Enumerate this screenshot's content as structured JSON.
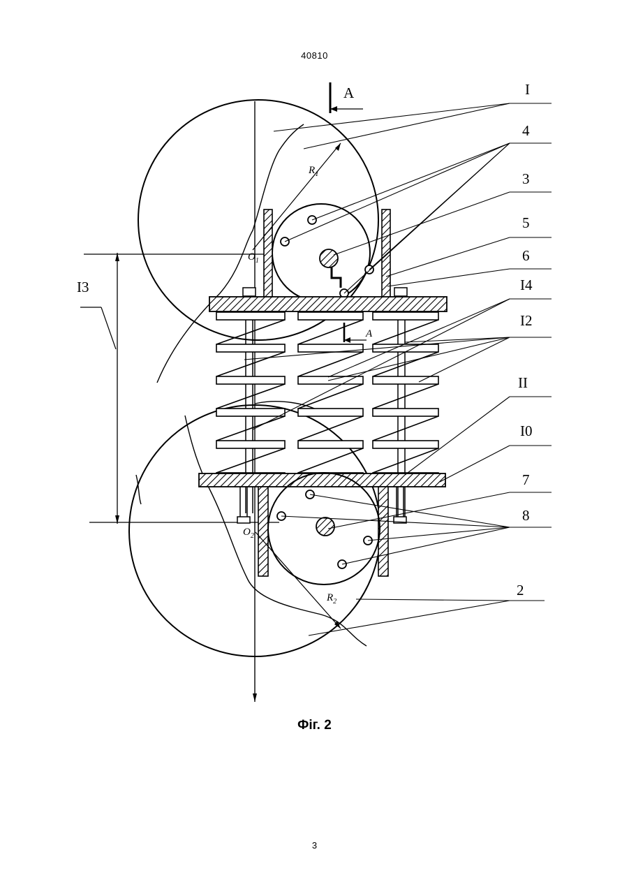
{
  "document": {
    "patent_number": "40810",
    "figure_caption": "Фіг. 2",
    "page_number": "3"
  },
  "figure": {
    "section_marker": "A",
    "inner_section_marker": "A",
    "callouts": [
      "I",
      "4",
      "3",
      "5",
      "6",
      "I4",
      "I2",
      "II",
      "I0",
      "7",
      "8",
      "2"
    ],
    "dimension_label": "I3",
    "radius_labels": [
      "R1",
      "R2"
    ],
    "center_labels": [
      "O1",
      "O2"
    ]
  }
}
